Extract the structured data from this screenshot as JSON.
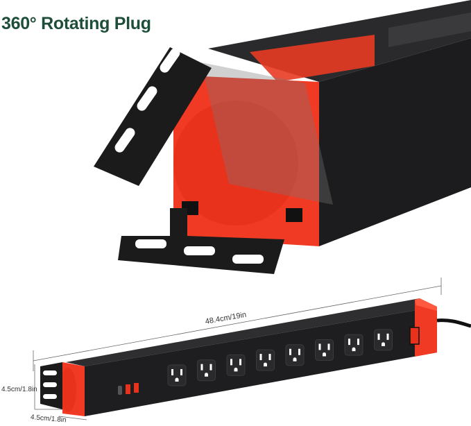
{
  "title": "360° Rotating Plug",
  "dimensions": {
    "length": "48.4cm/19in",
    "height": "4.5cm/1.8in",
    "depth": "4.5cm/1.8in"
  },
  "colors": {
    "accent_red": "#f03a24",
    "body_black": "#1c1c1e",
    "title_green": "#1e4d3a"
  },
  "outlet_count": 8
}
